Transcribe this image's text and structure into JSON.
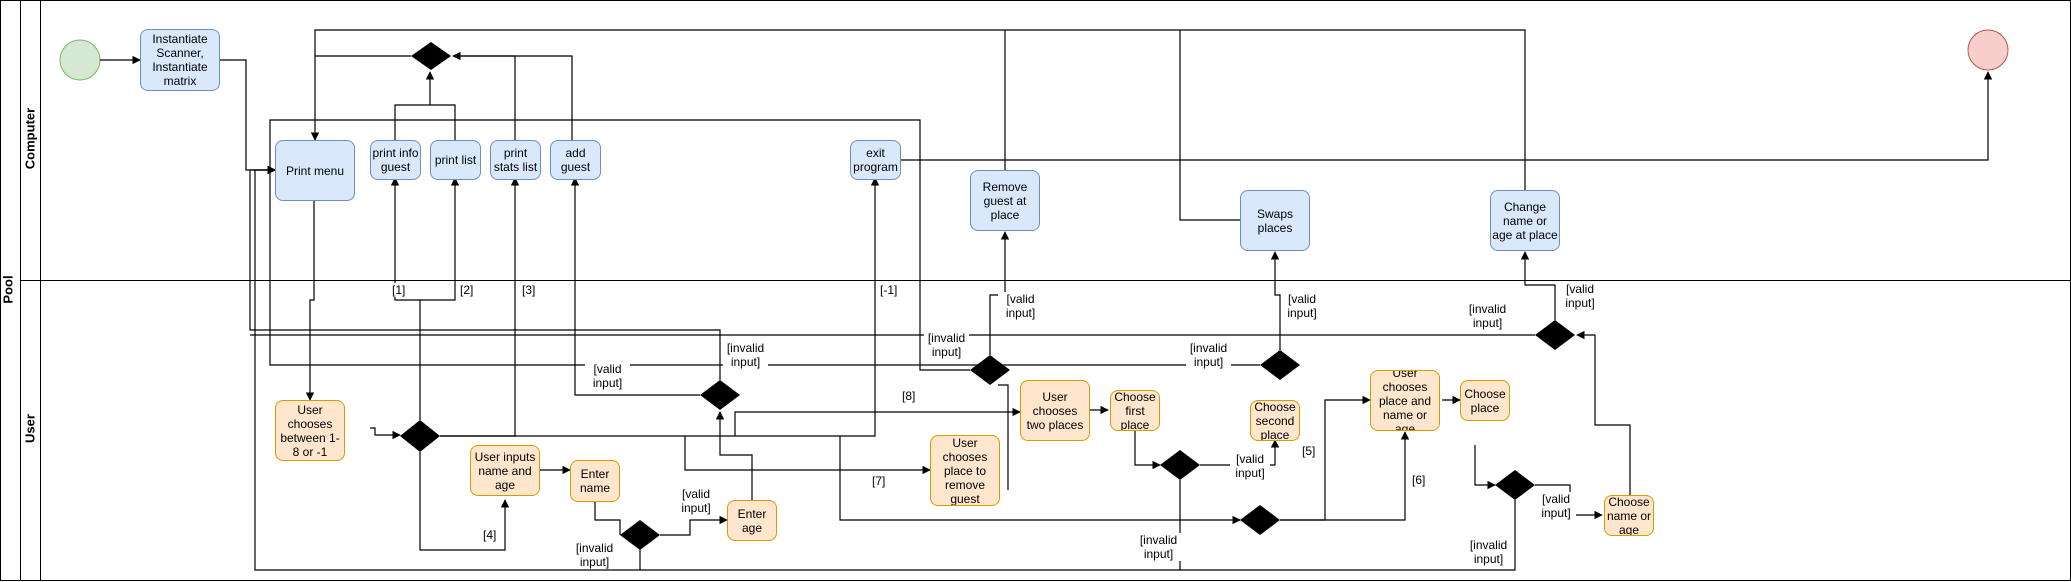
{
  "pool": {
    "title": "Pool",
    "lanes": [
      {
        "id": "computer",
        "title": "Computer"
      },
      {
        "id": "user",
        "title": "User"
      }
    ]
  },
  "colors": {
    "action_computer_fill": "#dae8fc",
    "action_computer_stroke": "#6c8ebf",
    "action_user_fill": "#ffe6cc",
    "action_user_stroke": "#d79b00",
    "start_fill": "#d5e8d4",
    "start_stroke": "#82b366",
    "end_fill": "#f8cecc",
    "end_stroke": "#b85450",
    "decision_fill": "#000000",
    "line": "#000000"
  },
  "nodes": {
    "instantiate": "Instantiate Scanner, Instantiate matrix",
    "print_menu": "Print menu",
    "print_info_guest": "print info guest",
    "print_list": "print list",
    "print_stats_list": "print stats list",
    "add_guest": "add guest",
    "exit_program": "exit program",
    "remove_guest": "Remove guest at place",
    "swaps_places": "Swaps places",
    "change_name_age": "Change name or age at place",
    "user_chooses_option": "User chooses between 1-8 or -1",
    "user_inputs_name_age": "User inputs name and age",
    "enter_name": "Enter name",
    "enter_age": "Enter age",
    "user_chooses_place_remove": "User chooses place to remove guest",
    "user_chooses_two_places": "User chooses two places",
    "choose_first_place": "Choose first place",
    "choose_second_place": "Choose second place",
    "user_chooses_place_name_age": "User chooses place and name or age",
    "choose_place": "Choose place",
    "choose_name_or_age": "Choose name or age"
  },
  "edge_labels": {
    "opt_1": "[1]",
    "opt_2": "[2]",
    "opt_3": "[3]",
    "opt_4": "[4]",
    "opt_5": "[5]",
    "opt_6": "[6]",
    "opt_7": "[7]",
    "opt_8": "[8]",
    "opt_exit": "[-1]",
    "valid_add": "[valid input]",
    "invalid_add": "[invalid input]",
    "valid_age": "[valid input]",
    "invalid_age": "[invalid input]",
    "valid_remove": "[valid input]",
    "invalid_remove": "[invalid input]",
    "valid_swap_first": "[valid input]",
    "invalid_swap_first": "[invalid input]",
    "valid_swap_second": "[valid input]",
    "invalid_swap_second": "[invalid input]",
    "valid_change": "[valid input]",
    "invalid_change": "[invalid input]",
    "valid_place": "[valid input]",
    "invalid_place": "[invalid input]"
  }
}
